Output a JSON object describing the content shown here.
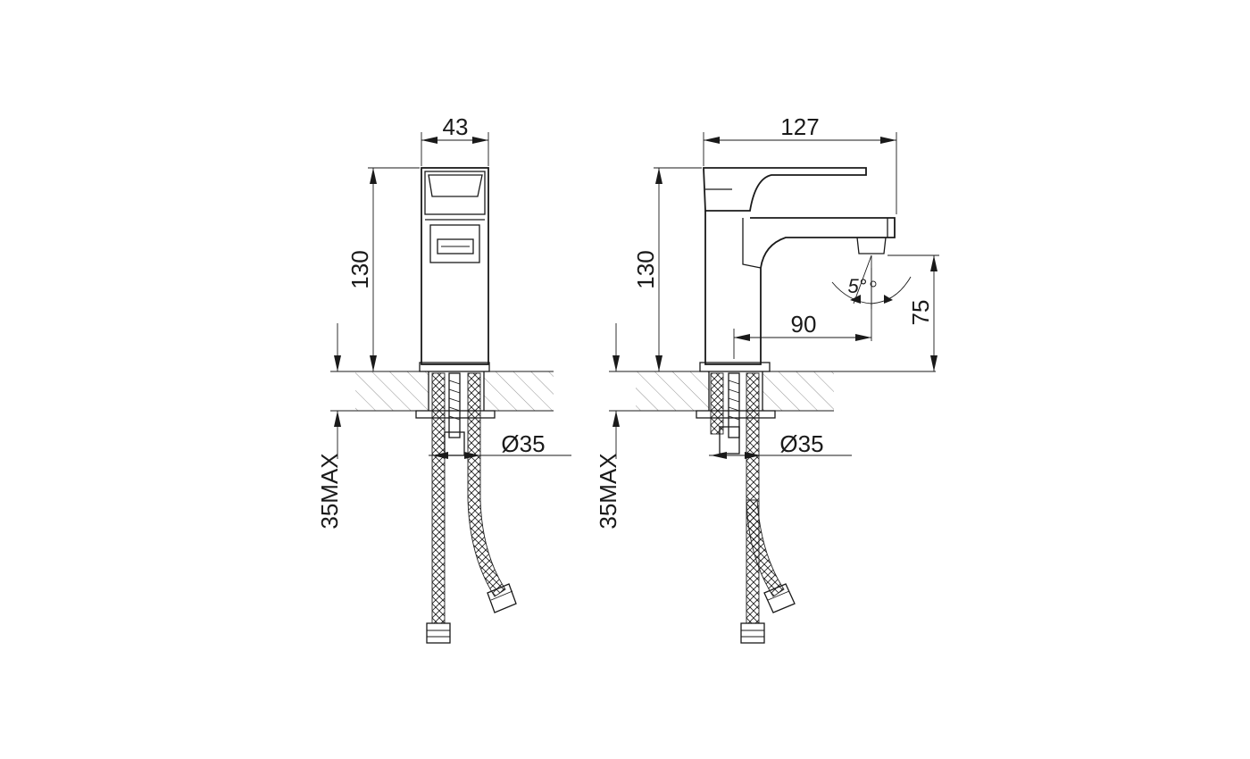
{
  "front_view": {
    "width_dim": "43",
    "height_dim": "130",
    "max_dim": "35MAX",
    "hole_dim": "Ø35"
  },
  "side_view": {
    "depth_dim": "127",
    "height_dim": "130",
    "reach_dim": "90",
    "spout_height_dim": "75",
    "angle_dim": "5°",
    "max_dim": "35MAX",
    "hole_dim": "Ø35"
  }
}
